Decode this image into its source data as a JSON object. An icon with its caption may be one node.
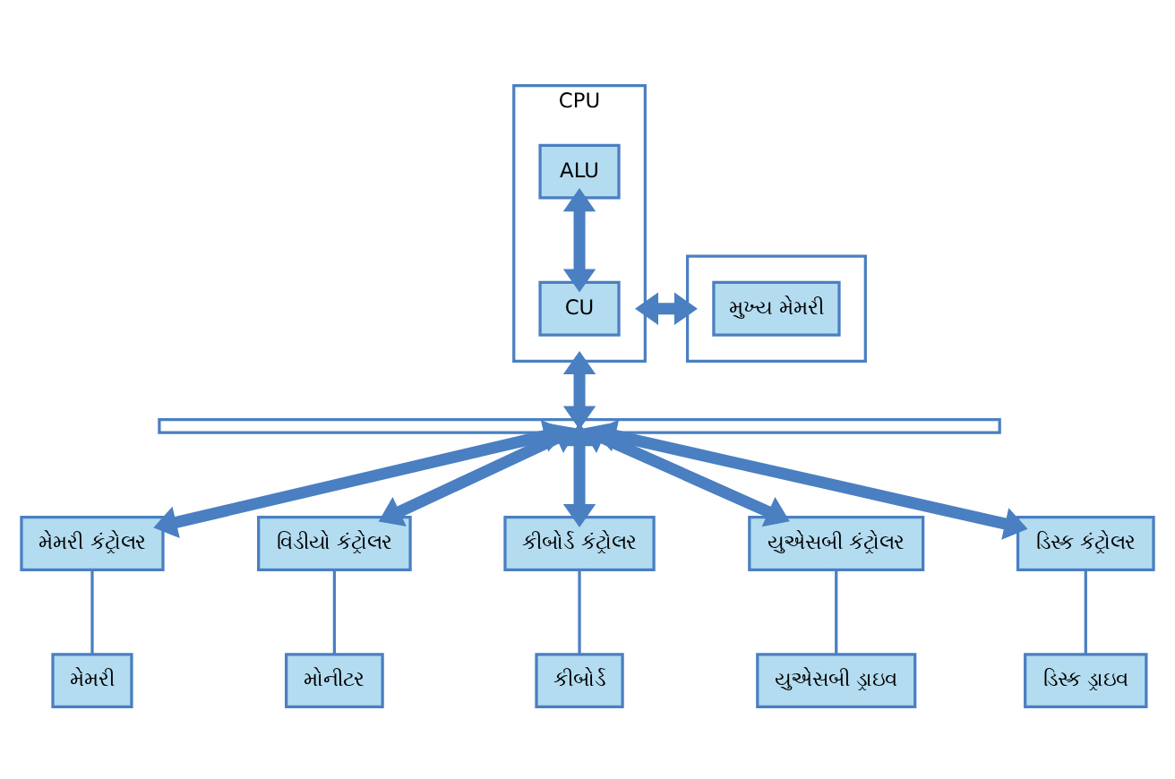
{
  "diagram": {
    "nodes": [
      {
        "text": [
          "CPU"
        ]
      },
      {
        "text": [
          "ALU"
        ],
        "in": 0
      },
      {
        "text": [
          "CU"
        ],
        "in": 0
      },
      {
        "text": [],
        "shape": "box"
      },
      {
        "text": [
          "મુખ્ય મેમરી"
        ],
        "in": 3
      },
      {
        "text": [],
        "shape": "bar"
      },
      {
        "text": [
          "મેમરી કંટ્રોલર"
        ]
      },
      {
        "text": [
          "વિડીયો કંટ્રોલર"
        ]
      },
      {
        "text": [
          "કીબોર્ડ કંટ્રોલર"
        ]
      },
      {
        "text": [
          "યુએસબી કંટ્રોલર"
        ]
      },
      {
        "text": [
          "ડિસ્ક કંટ્રોલર"
        ]
      },
      {
        "text": [
          "મેમરી"
        ]
      },
      {
        "text": [
          "મોનીટર"
        ]
      },
      {
        "text": [
          "કીબોર્ડ"
        ]
      },
      {
        "text": [
          "યુએસબી ડ્રાઇવ"
        ]
      },
      {
        "text": [
          "ડિસ્ક ડ્રાઇવ"
        ]
      }
    ],
    "edges": [
      {
        "from": 1,
        "to": 2,
        "arrow": "both"
      },
      {
        "from": 0,
        "to": 3,
        "arrow": "both"
      },
      {
        "from": 0,
        "to": 5,
        "arrow": "both"
      },
      {
        "from": 5,
        "to": 6,
        "arrow": "both"
      },
      {
        "from": 5,
        "to": 7,
        "arrow": "both"
      },
      {
        "from": 5,
        "to": 8,
        "arrow": "both"
      },
      {
        "from": 5,
        "to": 9,
        "arrow": "both"
      },
      {
        "from": 5,
        "to": 10,
        "arrow": "both"
      },
      {
        "from": 6,
        "to": 11,
        "arrow": "none"
      },
      {
        "from": 7,
        "to": 12,
        "arrow": "none"
      },
      {
        "from": 8,
        "to": 13,
        "arrow": "none"
      },
      {
        "from": 9,
        "to": 14,
        "arrow": "none"
      },
      {
        "from": 10,
        "to": 15,
        "arrow": "none"
      }
    ]
  }
}
